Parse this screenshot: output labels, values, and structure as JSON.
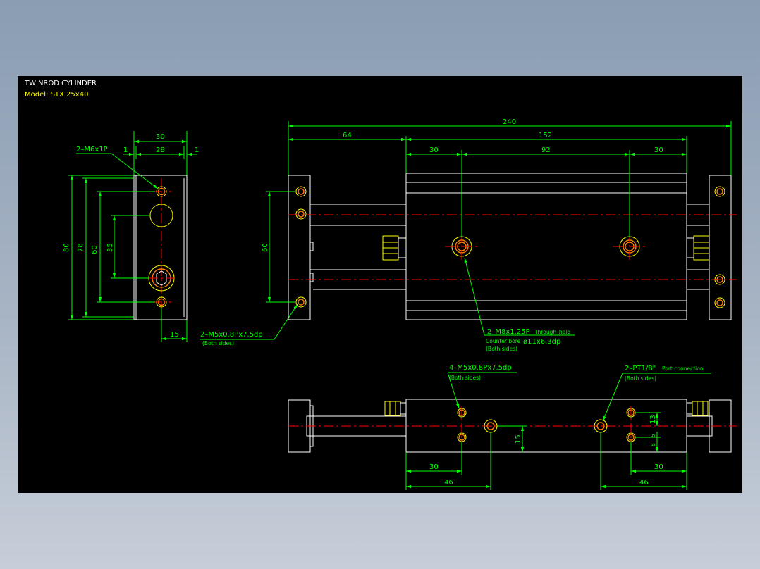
{
  "title": {
    "line1": "TWINROD CYLINDER",
    "line2": "Model: STX 25x40"
  },
  "colors": {
    "background": "#000000",
    "outline": "#ffffff",
    "holes": "#ffff00",
    "dimensions": "#00ff00",
    "centerlines": "#ff0000",
    "bore": "#ff7f00"
  },
  "side_view": {
    "dim_width": "30",
    "dim_inner": "28",
    "dim_gap_left": "1",
    "dim_gap_right": "1",
    "dim_height": "80",
    "dim_78": "78",
    "dim_60": "60",
    "dim_35": "35",
    "dim_15": "15",
    "callout_top": "2–M6x1P",
    "callout_bottom": "2–M5x0.8Px7.5dp",
    "callout_bottom_note": "(Both sides)"
  },
  "front_view": {
    "dim_total": "240",
    "dim_64": "64",
    "dim_152": "152",
    "dim_30_left": "30",
    "dim_92": "92",
    "dim_30_right": "30",
    "dim_60": "60",
    "callout_line1": "2–M8x1.25P",
    "callout_line1_small": "Through–hole",
    "callout_line2_small": "Counter bore",
    "callout_line2": "ø11x6.3dp",
    "callout_note": "(Both sides)"
  },
  "bottom_view": {
    "callout_left": "4–M5x0.8Px7.5dp",
    "callout_left_note": "(Both sides)",
    "callout_right": "2–PT1/8\"",
    "callout_right_small": "Port connection",
    "callout_right_note": "(Both sides)",
    "dim_30_left": "30",
    "dim_46_left": "46",
    "dim_15": "15",
    "dim_13": "13",
    "dim_5": "5",
    "dim_8": "8",
    "dim_30_right": "30",
    "dim_46_right": "46"
  }
}
